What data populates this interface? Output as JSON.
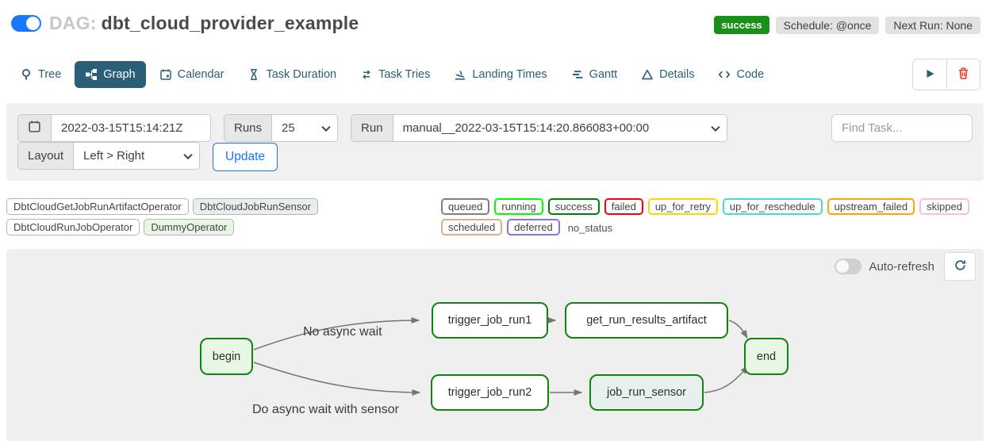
{
  "header": {
    "dag_label": "DAG:",
    "dag_name": "dbt_cloud_provider_example",
    "status_badge": "success",
    "schedule_badge": "Schedule: @once",
    "next_run_badge": "Next Run: None"
  },
  "tabs": {
    "items": [
      {
        "label": "Tree",
        "icon": "pin-icon",
        "active": false
      },
      {
        "label": "Graph",
        "icon": "graph-icon",
        "active": true
      },
      {
        "label": "Calendar",
        "icon": "calendar-icon",
        "active": false
      },
      {
        "label": "Task Duration",
        "icon": "hourglass-icon",
        "active": false
      },
      {
        "label": "Task Tries",
        "icon": "repeat-icon",
        "active": false
      },
      {
        "label": "Landing Times",
        "icon": "plane-landing-icon",
        "active": false
      },
      {
        "label": "Gantt",
        "icon": "gantt-bars-icon",
        "active": false
      },
      {
        "label": "Details",
        "icon": "triangle-icon",
        "active": false
      },
      {
        "label": "Code",
        "icon": "code-icon",
        "active": false
      }
    ],
    "actions": [
      {
        "name": "trigger-dag",
        "icon": "play-icon"
      },
      {
        "name": "delete-dag",
        "icon": "trash-icon"
      }
    ]
  },
  "filters": {
    "execution_date": "2022-03-15T15:14:21Z",
    "runs_label": "Runs",
    "runs_value": "25",
    "run_label": "Run",
    "run_value": "manual__2022-03-15T15:14:20.866083+00:00",
    "find_task_placeholder": "Find Task...",
    "layout_label": "Layout",
    "layout_value": "Left > Right",
    "update_label": "Update"
  },
  "legend": {
    "operators": [
      {
        "label": "DbtCloudGetJobRunArtifactOperator",
        "fill": "#ffffff"
      },
      {
        "label": "DbtCloudJobRunSensor",
        "fill": "#e7eeed"
      },
      {
        "label": "DbtCloudRunJobOperator",
        "fill": "#ffffff"
      },
      {
        "label": "DummyOperator",
        "fill": "#e8f7e4"
      }
    ],
    "statuses": [
      {
        "label": "queued",
        "border": "#808080"
      },
      {
        "label": "running",
        "border": "#00ff00"
      },
      {
        "label": "success",
        "border": "#008000"
      },
      {
        "label": "failed",
        "border": "#ff0000"
      },
      {
        "label": "up_for_retry",
        "border": "#ffd700"
      },
      {
        "label": "up_for_reschedule",
        "border": "#40e0d0"
      },
      {
        "label": "upstream_failed",
        "border": "#ffa500"
      },
      {
        "label": "skipped",
        "border": "#ffc0cb"
      },
      {
        "label": "scheduled",
        "border": "#d2b48c"
      },
      {
        "label": "deferred",
        "border": "#9370db"
      }
    ],
    "no_status_label": "no_status"
  },
  "graph": {
    "auto_refresh_label": "Auto-refresh",
    "nodes": [
      {
        "label": "begin",
        "fill": "#e8f7e4",
        "state": "success"
      },
      {
        "label": "trigger_job_run1",
        "fill": "#ffffff",
        "state": "success"
      },
      {
        "label": "get_run_results_artifact",
        "fill": "#ffffff",
        "state": "success"
      },
      {
        "label": "trigger_job_run2",
        "fill": "#ffffff",
        "state": "success"
      },
      {
        "label": "job_run_sensor",
        "fill": "#e7f0ef",
        "state": "success"
      },
      {
        "label": "end",
        "fill": "#e8f7e4",
        "state": "success"
      }
    ],
    "edge_labels": [
      {
        "text": "No async wait"
      },
      {
        "text": "Do async wait with sensor"
      }
    ]
  },
  "colors": {
    "accent_blue": "#1677ee",
    "tab_blue": "#2b5e77",
    "success_green": "#199019",
    "node_border_green": "#0f8510",
    "panel_gray": "#f0f0f0",
    "graph_bg": "#efefef",
    "edge_gray": "#757575",
    "delete_red": "#e43921"
  }
}
